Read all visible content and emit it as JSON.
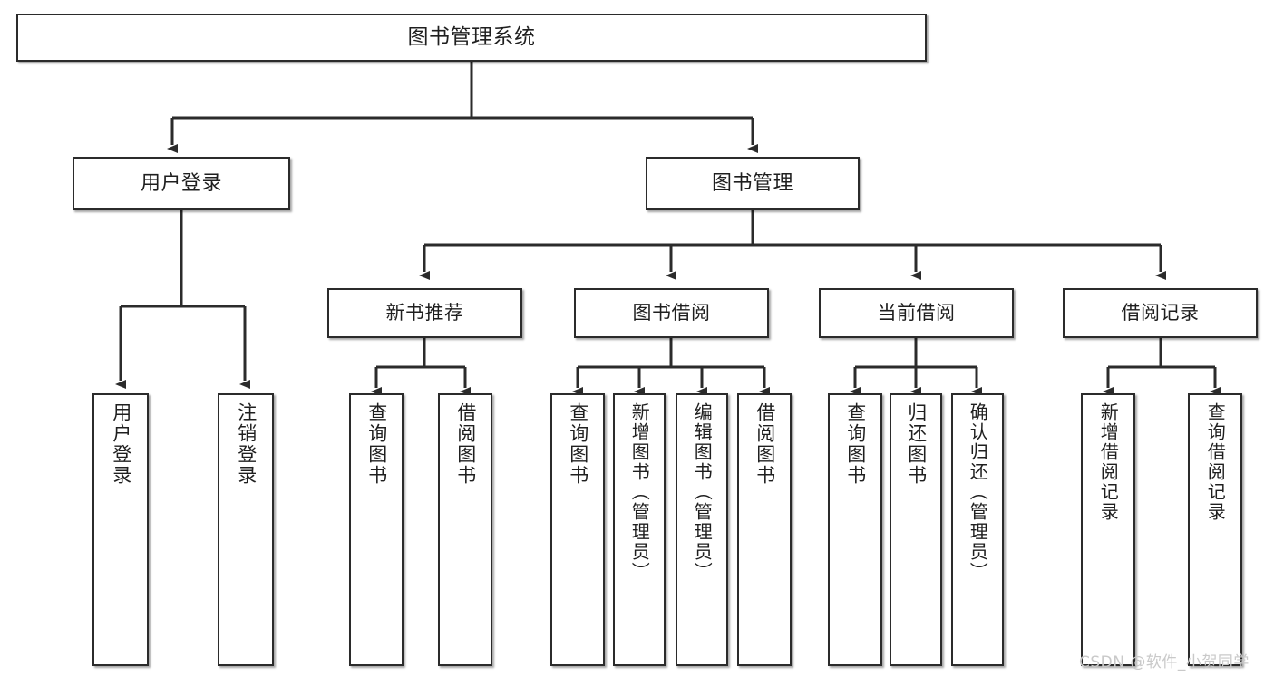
{
  "diagram": {
    "type": "tree-hierarchy",
    "title": "图书管理系统",
    "root": {
      "label": "图书管理系统"
    },
    "level1": [
      {
        "label": "用户登录"
      },
      {
        "label": "图书管理"
      }
    ],
    "level2": [
      {
        "label": "新书推荐"
      },
      {
        "label": "图书借阅"
      },
      {
        "label": "当前借阅"
      },
      {
        "label": "借阅记录"
      }
    ],
    "leaves": {
      "user_login": [
        {
          "label": "用户登录"
        },
        {
          "label": "注销登录"
        }
      ],
      "new_book_recommend": [
        {
          "label": "查询图书"
        },
        {
          "label": "借阅图书"
        }
      ],
      "book_borrow": [
        {
          "label": "查询图书"
        },
        {
          "label": "新增图书（管理员）"
        },
        {
          "label": "编辑图书（管理员）"
        },
        {
          "label": "借阅图书"
        }
      ],
      "current_borrow": [
        {
          "label": "查询图书"
        },
        {
          "label": "归还图书"
        },
        {
          "label": "确认归还（管理员）"
        }
      ],
      "borrow_records": [
        {
          "label": "新增借阅记录"
        },
        {
          "label": "查询借阅记录"
        }
      ]
    },
    "watermark": "CSDN @软件_小贺同学",
    "colors": {
      "background": "#ffffff",
      "border": "#2b2b2b",
      "text": "#1f1f1f",
      "edge": "#2b2b2b",
      "watermark": "#c9c9c9"
    }
  }
}
